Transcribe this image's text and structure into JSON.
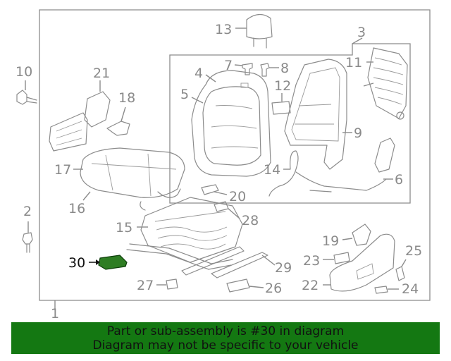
{
  "callouts": [
    "1",
    "2",
    "3",
    "4",
    "5",
    "6",
    "7",
    "8",
    "9",
    "10",
    "11",
    "12",
    "13",
    "14",
    "15",
    "16",
    "17",
    "18",
    "19",
    "20",
    "21",
    "22",
    "23",
    "24",
    "25",
    "26",
    "27",
    "28",
    "29",
    "30"
  ],
  "highlight": {
    "part": "30",
    "color": "#2e7d23"
  },
  "banner": {
    "line1": "Part or sub-assembly is #30 in diagram",
    "line2": "Diagram may not be specific to your vehicle",
    "color": "#147812"
  }
}
